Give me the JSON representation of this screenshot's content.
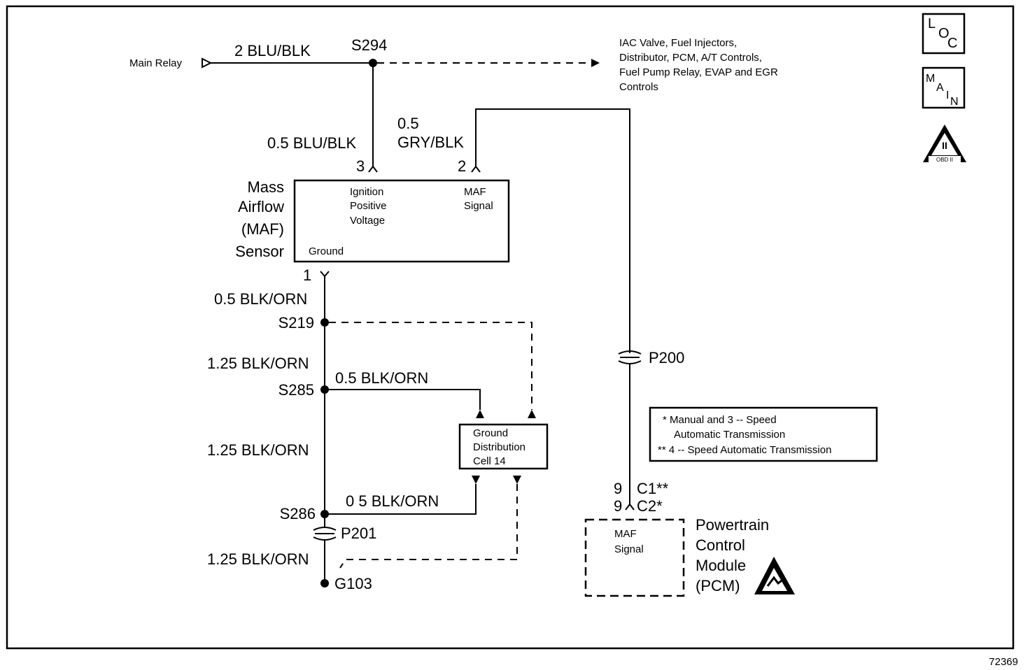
{
  "diagram_id": "72369",
  "supply": {
    "source_label": "Main Relay",
    "wire_main": "2 BLU/BLK",
    "splice": "S294",
    "destinations": [
      "IAC Valve, Fuel Injectors,",
      "Distributor, PCM, A/T Controls,",
      "Fuel Pump Relay, EVAP and EGR",
      "Controls"
    ]
  },
  "maf_feed": {
    "wire_gauge": "0.5",
    "wire_color": "BLU/BLK",
    "pin": "3"
  },
  "maf_signal_wire": {
    "gauge": "0.5",
    "color": "GRY/BLK",
    "pin": "2"
  },
  "maf_sensor": {
    "name_lines": [
      "Mass",
      "Airflow",
      "(MAF)",
      "Sensor"
    ],
    "terminal_power": [
      "Ignition",
      "Positive",
      "Voltage"
    ],
    "terminal_signal": [
      "MAF",
      "Signal"
    ],
    "terminal_ground": "Ground",
    "ground_pin": "1"
  },
  "ground_circuit": {
    "wire_1": "0.5 BLK/ORN",
    "splice_1": "S219",
    "wire_2": "1.25 BLK/ORN",
    "splice_2": "S285",
    "branch_1": "0.5 BLK/ORN",
    "wire_3": "1.25 BLK/ORN",
    "splice_3": "S286",
    "branch_2": "0 5 BLK/ORN",
    "connector": "P201",
    "wire_4": "1.25 BLK/ORN",
    "ground": "G103"
  },
  "ground_distribution": {
    "lines": [
      "Ground",
      "Distribution",
      "Cell 14"
    ]
  },
  "connector_p200": "P200",
  "legend": {
    "lines": [
      "* Manual and 3 -- Speed",
      "Automatic Transmission",
      "** 4 -- Speed Automatic Transmission"
    ]
  },
  "pcm": {
    "pin_c1": "9",
    "conn_c1": "C1**",
    "pin_c2": "9",
    "conn_c2": "C2*",
    "terminal": [
      "MAF",
      "Signal"
    ],
    "name_lines": [
      "Powertrain",
      "Control",
      "Module",
      "(PCM)"
    ]
  },
  "icons": {
    "loc": {
      "big1": "L",
      "mid": "O",
      "big2": "C"
    },
    "main": {
      "big1": "M",
      "mid": "A",
      "sub": "I",
      "big2": "N"
    },
    "obd": {
      "roman": "II",
      "text": "OBD II"
    }
  }
}
